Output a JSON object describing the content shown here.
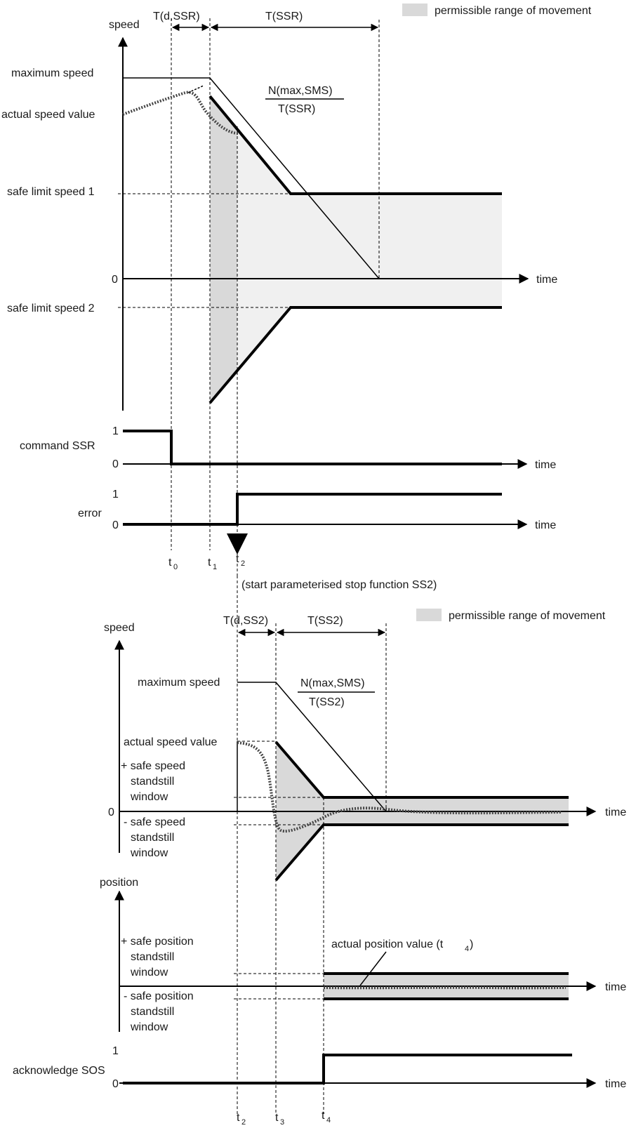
{
  "colors": {
    "light_region": "#f0f0f0",
    "dark_region": "#d9d9d9",
    "line": "#000000"
  },
  "top": {
    "legend": "permissible range of movement",
    "interval_1": "T(d,SSR)",
    "interval_2": "T(SSR)",
    "y_axis": "speed",
    "x_axis": "time",
    "label_max": "maximum speed",
    "label_actual": "actual speed value",
    "label_slimit1": "safe limit speed 1",
    "label_zero": "0",
    "label_slimit2": "safe limit speed 2",
    "formula_num": "N(max,SMS)",
    "formula_den": "T(SSR)",
    "cmd_label": "command SSR",
    "cmd_one": "1",
    "cmd_zero": "0",
    "cmd_x": "time",
    "err_label": "error",
    "err_one": "1",
    "err_zero": "0",
    "err_x": "time",
    "t0_main": "t",
    "t0_sub": "0",
    "t1_main": "t",
    "t1_sub": "1",
    "t2_main": "t",
    "t2_sub": "2",
    "note": "(start parameterised stop function SS2)"
  },
  "bottom": {
    "legend": "permissible range of movement",
    "interval_1": "T(d,SS2)",
    "interval_2": "T(SS2)",
    "y_axis": "speed",
    "x_axis": "time",
    "label_max": "maximum speed",
    "formula_num": "N(max,SMS)",
    "formula_den": "T(SS2)",
    "label_actual": "actual speed value",
    "plus_speed_1": "+ safe speed",
    "plus_speed_2": "standstill",
    "plus_speed_3": "window",
    "label_zero": "0",
    "minus_speed_1": "- safe speed",
    "minus_speed_2": "standstill",
    "minus_speed_3": "window",
    "pos_axis": "position",
    "plus_pos_1": "+ safe position",
    "plus_pos_2": "standstill",
    "plus_pos_3": "window",
    "pos_x": "time",
    "minus_pos_1": "- safe position",
    "minus_pos_2": "standstill",
    "minus_pos_3": "window",
    "actual_pos_main": "actual position value (t",
    "actual_pos_sub": "4",
    "actual_pos_end": ")",
    "ack_label": "acknowledge SOS",
    "ack_one": "1",
    "ack_zero": "0",
    "ack_x": "time",
    "t2_main": "t",
    "t2_sub": "2",
    "t3_main": "t",
    "t3_sub": "3",
    "t4_main": "t",
    "t4_sub": "4"
  }
}
